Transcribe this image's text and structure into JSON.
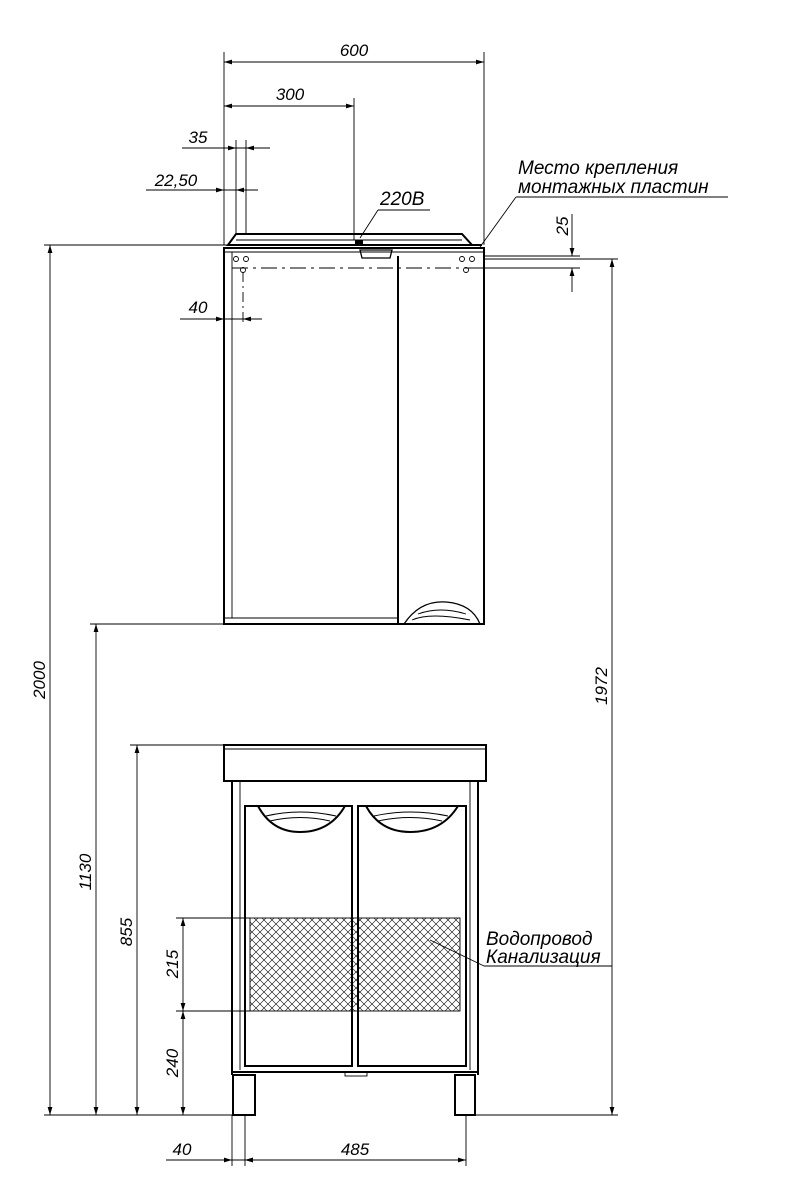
{
  "dimensions": {
    "top_width": "600",
    "half_width": "300",
    "edge_35": "35",
    "edge_22_50": "22,50",
    "plate_offset_25": "25",
    "hole_offset_40": "40",
    "total_height": "2000",
    "mount_height": "1972",
    "mirror_bottom_height": "1130",
    "vanity_height": "855",
    "pipe_zone_height": "215",
    "pipe_zone_bottom": "240",
    "leg_offset": "40",
    "leg_span": "485"
  },
  "labels": {
    "power": "220В",
    "mount_line1": "Место крепления",
    "mount_line2": "монтажных пластин",
    "water": "Водопровод",
    "sewer": "Канализация"
  }
}
